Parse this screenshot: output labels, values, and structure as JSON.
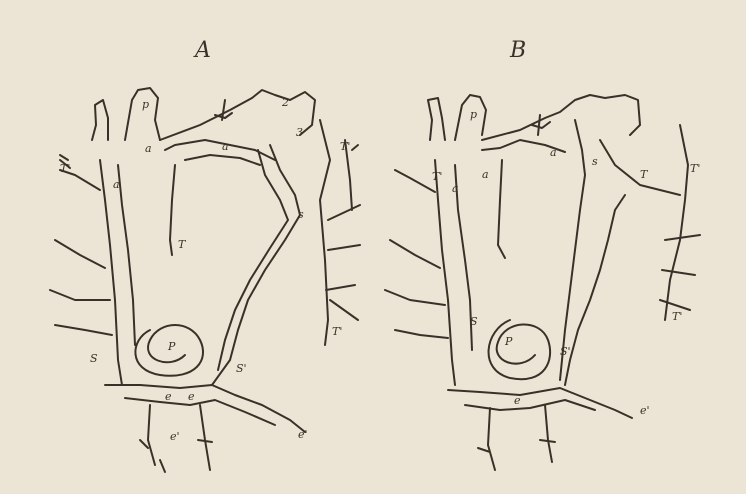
{
  "figures": [
    {
      "title": "A",
      "labels": {
        "p_top": "p",
        "a1": "a",
        "a2": "a",
        "a3": "a",
        "lbl_a2": "2",
        "lbl_3": "3",
        "T_tl": "T'",
        "T_tr": "T'",
        "T_mid": "T",
        "T_r": "T'",
        "S": "S",
        "s": "s",
        "p_mid": "P",
        "S_bot": "S'",
        "e": "e",
        "e2": "e",
        "e_bl": "e'",
        "e_br": "e'"
      }
    },
    {
      "title": "B",
      "labels": {
        "p_top": "p",
        "a1": "a",
        "a2": "a",
        "a3": "a",
        "T_tl": "T'",
        "T_tr": "T'",
        "T_mid": "T",
        "T_r": "T'",
        "S": "S",
        "s": "s",
        "p_mid": "P",
        "S_bot": "S'",
        "e": "e",
        "e_br": "e'"
      }
    }
  ],
  "colors": {
    "paper": "#ece5d6",
    "ink": "#3a3028"
  }
}
